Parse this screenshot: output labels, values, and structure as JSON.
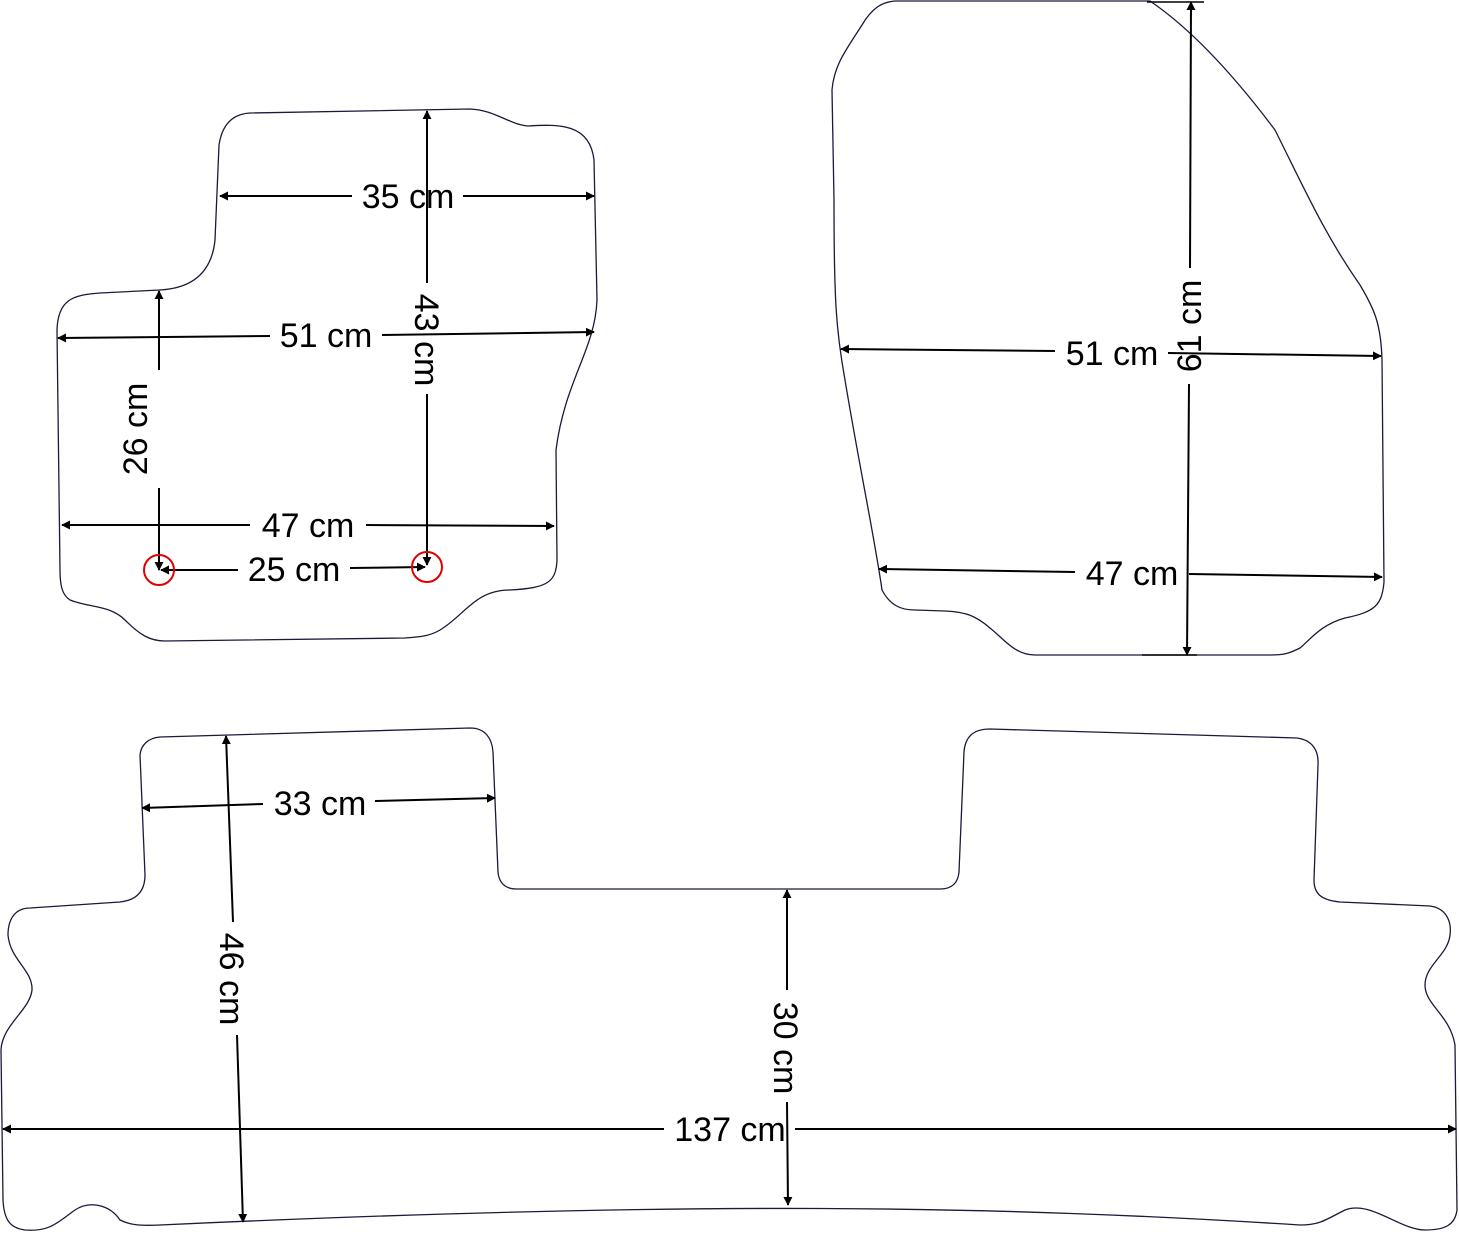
{
  "colors": {
    "outline": "#1a1a3a",
    "dimension": "#000000",
    "mount_marker": "#e00000"
  },
  "driver_mat": {
    "width_top": "35 cm",
    "length": "43 cm",
    "width_middle": "51 cm",
    "heel_height": "26 cm",
    "width_bottom": "47 cm",
    "clip_spacing": "25 cm"
  },
  "passenger_mat": {
    "length": "61 cm",
    "width_middle": "51 cm",
    "width_bottom": "47 cm"
  },
  "rear_mat": {
    "tab_width": "33 cm",
    "depth_total": "46 cm",
    "depth_center": "30 cm",
    "width_total": "137 cm"
  }
}
